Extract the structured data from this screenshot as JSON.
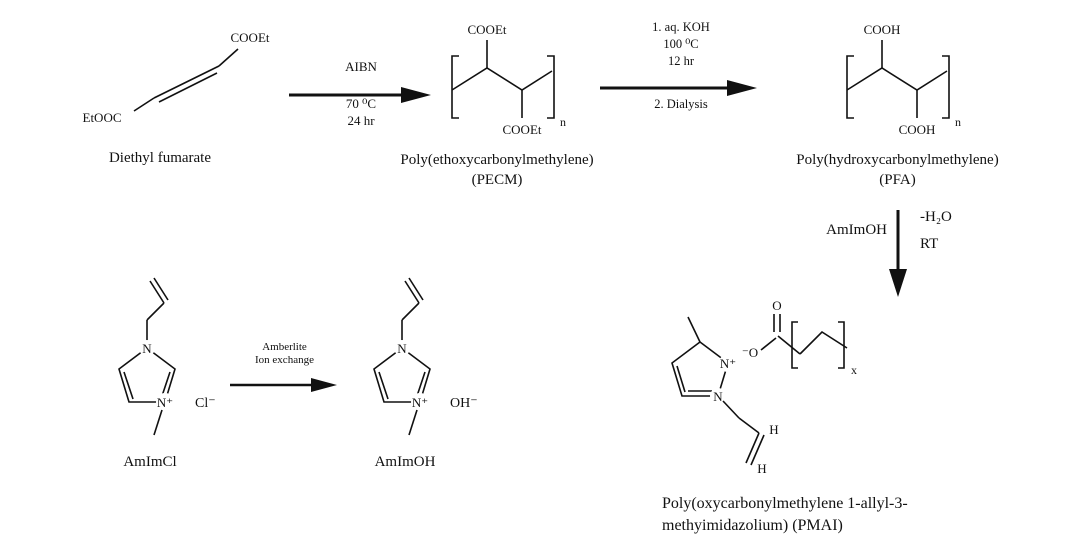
{
  "scheme": {
    "top_row": {
      "diethyl_fumarate": {
        "label": "Diethyl fumarate",
        "top_group": "COOEt",
        "bottom_group": "EtOOC"
      },
      "arrow1": {
        "reagent": "AIBN",
        "temp": "70 ⁰C",
        "time": "24 hr"
      },
      "pecm": {
        "top_group": "COOEt",
        "bottom_group": "COOEt",
        "sub": "n",
        "name": "Poly(ethoxycarbonylmethylene)",
        "abbr": "(PECM)"
      },
      "arrow2": {
        "line1": "1. aq. KOH",
        "line2": "100 ⁰C",
        "line3": "12 hr",
        "below": "2. Dialysis"
      },
      "pfa": {
        "top_group": "COOH",
        "bottom_group": "COOH",
        "sub": "n",
        "name": "Poly(hydroxycarbonylmethylene)",
        "abbr": "(PFA)"
      }
    },
    "middle": {
      "reagent": "AmImOH",
      "byproduct": "-H₂O",
      "temp": "RT"
    },
    "bottom_row": {
      "amimcl": {
        "label": "AmImCl",
        "n1": "N",
        "n3": "N⁺",
        "anion": "Cl⁻"
      },
      "arrow": {
        "line1": "Amberlite",
        "line2": "Ion exchange"
      },
      "amimoh": {
        "label": "AmImOH",
        "n1": "N",
        "n3": "N⁺",
        "anion": "OH⁻"
      },
      "pmai": {
        "n_plus": "N⁺",
        "n1": "N",
        "o_minus": "⁻O",
        "o": "O",
        "sub": "x",
        "h1": "H",
        "h2": "H",
        "name1": "Poly(oxycarbonylmethylene 1-allyl-3-",
        "name2": "methyimidazolium) (PMAI)"
      }
    }
  }
}
